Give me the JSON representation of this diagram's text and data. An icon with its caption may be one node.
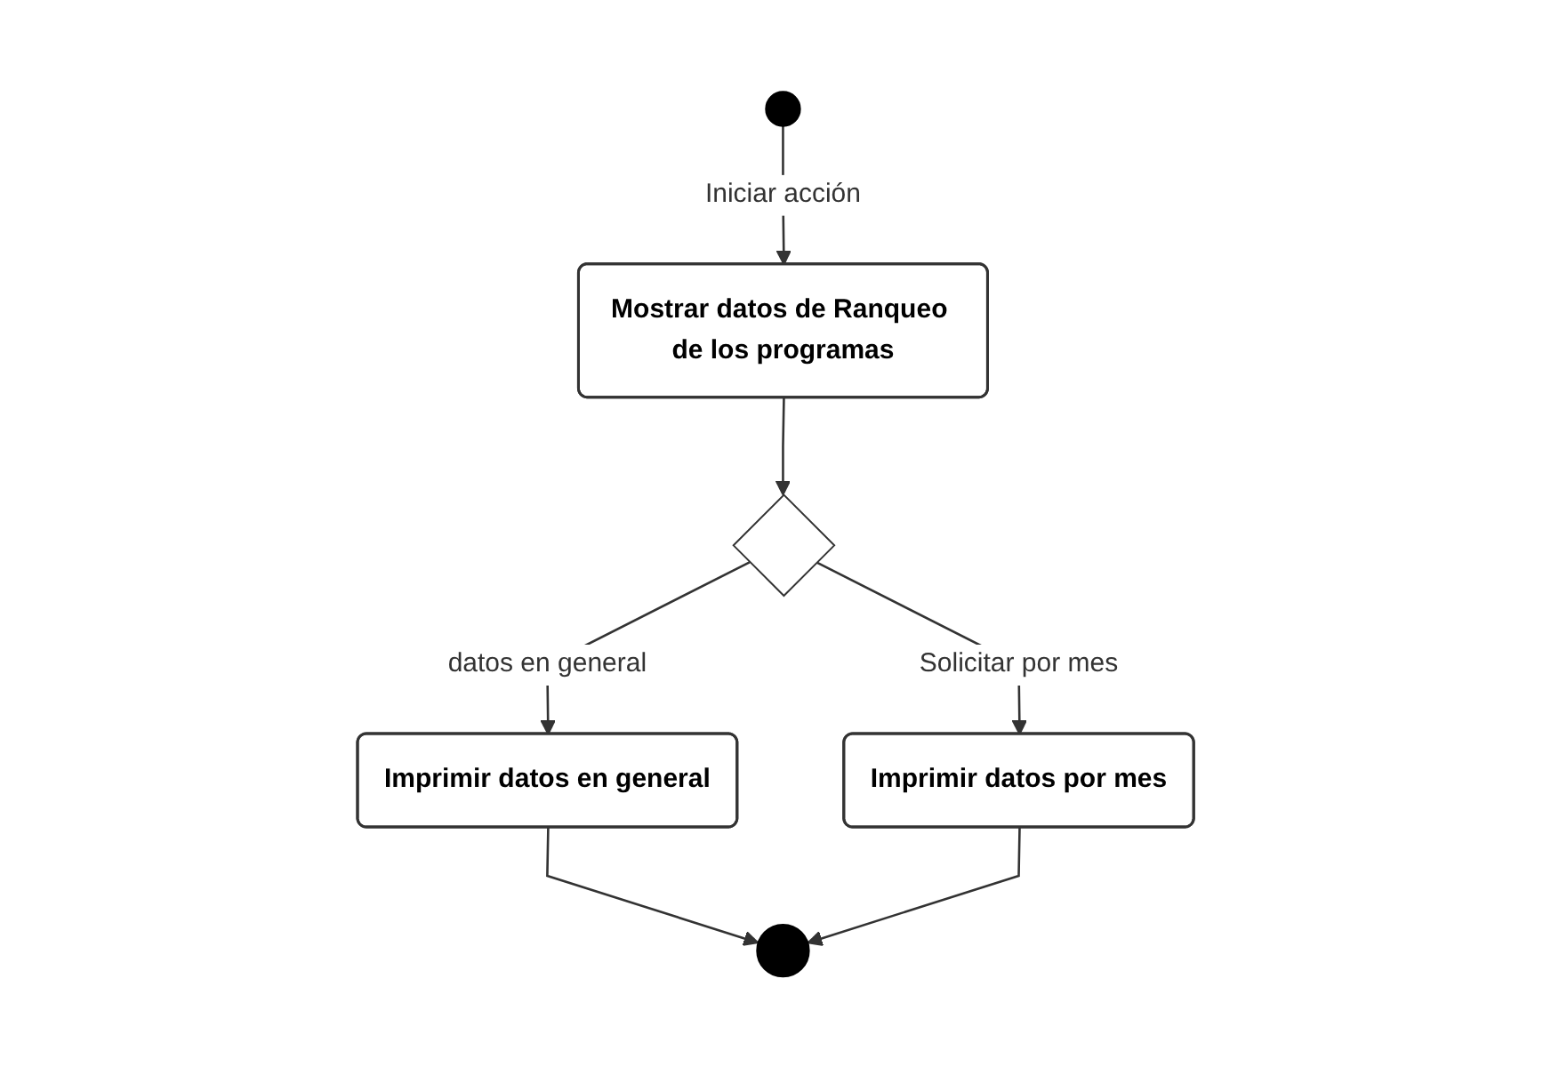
{
  "diagram": {
    "nodes": [
      {
        "text": [],
        "shape": "circle"
      },
      {
        "text": [
          "Mostrar datos de Ranqueo de los programas"
        ]
      },
      {
        "text": [],
        "shape": "diamond"
      },
      {
        "text": [
          "Imprimir datos en general"
        ]
      },
      {
        "text": [
          "Imprimir datos por mes"
        ]
      },
      {
        "text": [],
        "shape": "circle"
      }
    ],
    "edges": [
      {
        "from": 0,
        "to": 1,
        "arrow": "to",
        "label": "Iniciar acción"
      },
      {
        "from": 1,
        "to": 2,
        "arrow": "to"
      },
      {
        "from": 2,
        "to": 3,
        "arrow": "to",
        "label": "datos en general"
      },
      {
        "from": 2,
        "to": 4,
        "arrow": "to",
        "label": "Solicitar por mes"
      },
      {
        "from": 3,
        "to": 5,
        "arrow": "to"
      },
      {
        "from": 4,
        "to": 5,
        "arrow": "to"
      }
    ]
  }
}
